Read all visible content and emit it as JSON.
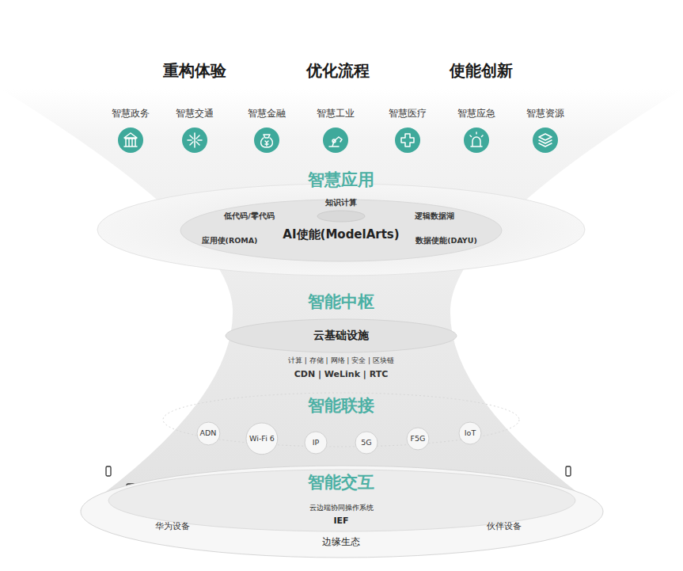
{
  "diagram": {
    "nodes": [
      {
        "text": [
          "智慧政务"
        ]
      },
      {
        "text": [
          "智慧交通"
        ]
      },
      {
        "text": [
          "智慧金融"
        ]
      },
      {
        "text": [
          "智慧工业"
        ]
      },
      {
        "text": [
          "智慧医疗"
        ]
      },
      {
        "text": [
          "智慧应急"
        ]
      },
      {
        "text": [
          "智慧资源"
        ]
      },
      {
        "text": [
          "AI使能(ModelArts)",
          "低代码/零代码",
          "逻辑数据湖",
          "应用使(ROMA)",
          "数据使能(DAYU)"
        ]
      },
      {
        "text": [
          "知识计算"
        ],
        "in": 7
      },
      {
        "text": [
          "云基础设施",
          "计算 | 存储 | 网络 | 安全 | 区块链",
          "CDN | WeLink | RTC"
        ]
      },
      {
        "text": [
          "ADN"
        ]
      },
      {
        "text": [
          "Wi-Fi 6"
        ]
      },
      {
        "text": [
          "IP"
        ]
      },
      {
        "text": [
          "5G"
        ]
      },
      {
        "text": [
          "F5G"
        ]
      },
      {
        "text": [
          "IoT"
        ]
      },
      {
        "text": [
          "云边端协同操作系统",
          "IEF",
          "华为设备",
          "伙伴设备",
          "边缘生态"
        ]
      }
    ],
    "labels": [
      "重构体验",
      "优化流程",
      "使能创新",
      "智慧应用",
      "智能中枢",
      "智能联接",
      "智能交互"
    ]
  }
}
